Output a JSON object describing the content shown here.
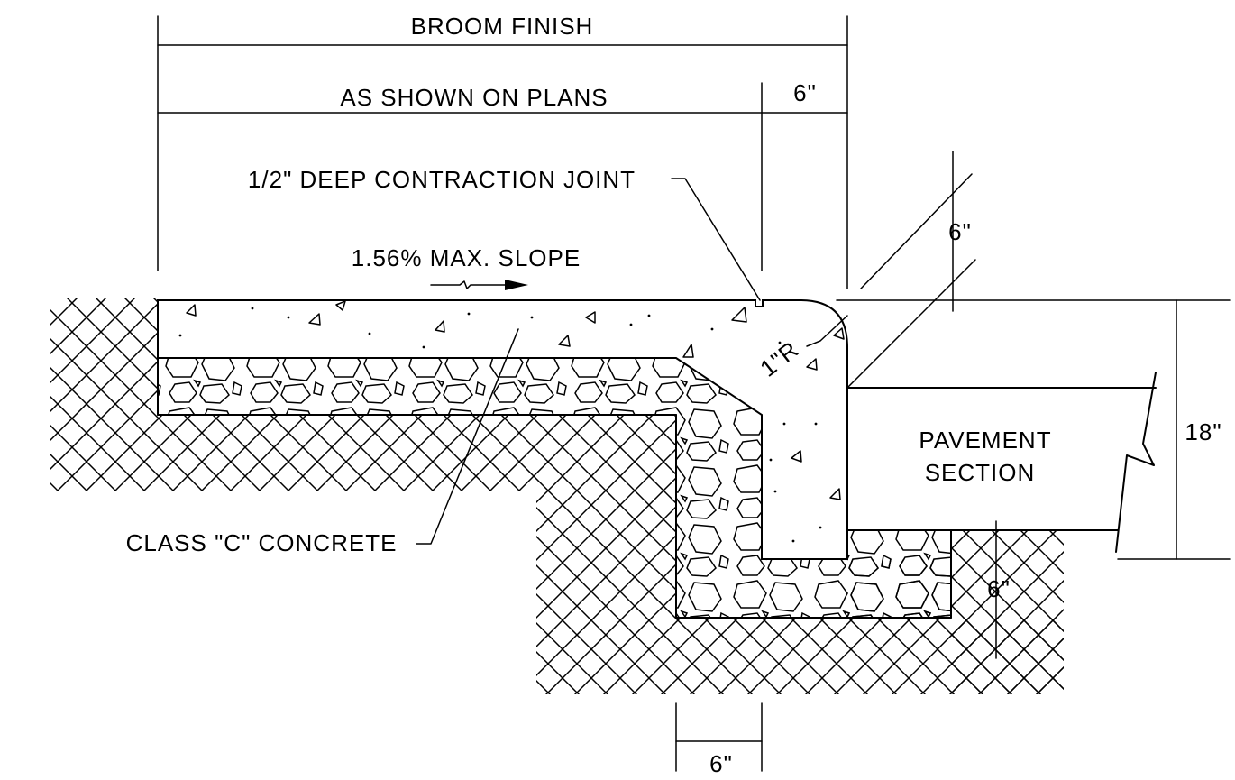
{
  "labels": {
    "broom_finish": "BROOM FINISH",
    "as_shown": "AS SHOWN ON PLANS",
    "dim_6_top": "6\"",
    "contraction_joint": "1/2\" DEEP CONTRACTION JOINT",
    "slope": "1.56% MAX. SLOPE",
    "dim_6_diag": "6\"",
    "radius": "1\"R",
    "pavement": "PAVEMENT",
    "section": "SECTION",
    "dim_18": "18\"",
    "class_c": "CLASS \"C\" CONCRETE",
    "dim_6_right": "6\"",
    "dim_6_bottom": "6\""
  }
}
